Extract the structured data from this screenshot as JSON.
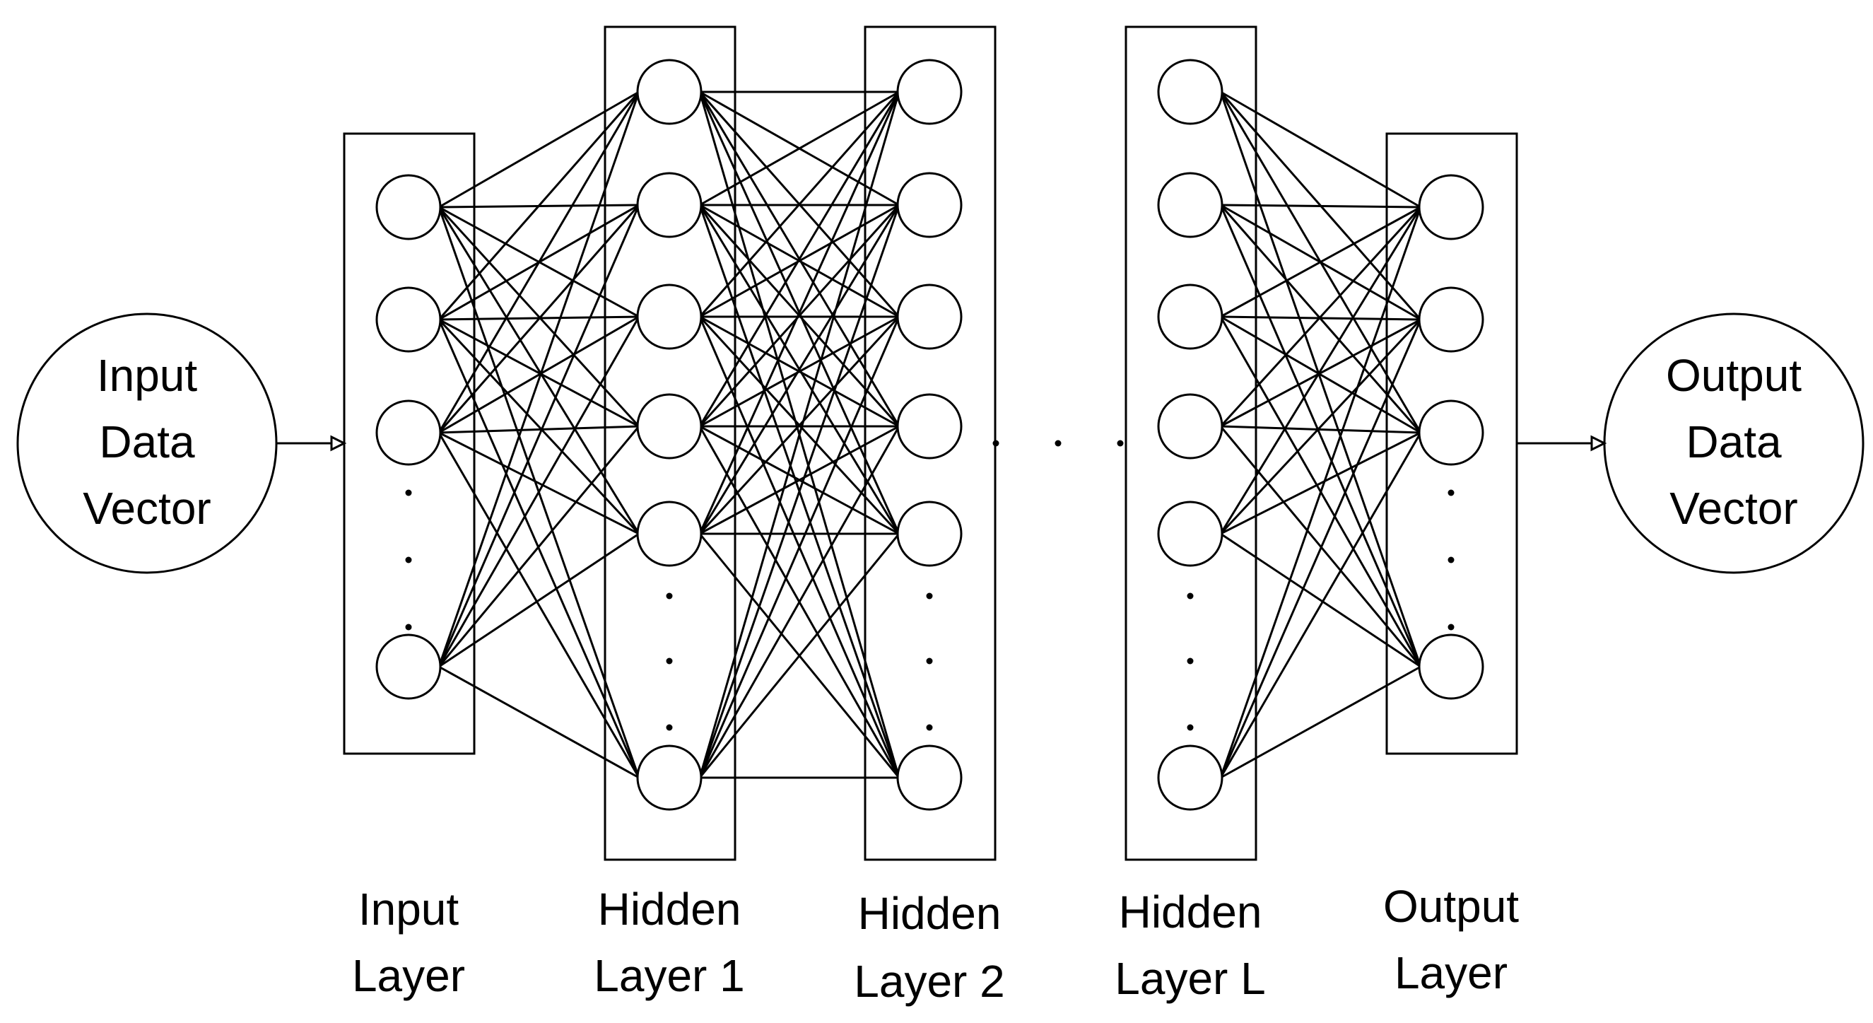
{
  "diagram": {
    "input_vector": {
      "line1": "Input",
      "line2": "Data",
      "line3": "Vector"
    },
    "output_vector": {
      "line1": "Output",
      "line2": "Data",
      "line3": "Vector"
    },
    "layers": [
      {
        "id": "input",
        "label1": "Input",
        "label2": "Layer"
      },
      {
        "id": "hidden1",
        "label1": "Hidden",
        "label2": "Layer 1"
      },
      {
        "id": "hidden2",
        "label1": "Hidden",
        "label2": "Layer 2"
      },
      {
        "id": "hiddenL",
        "label1": "Hidden",
        "label2": "Layer L"
      },
      {
        "id": "output",
        "label1": "Output",
        "label2": "Layer"
      }
    ],
    "colors": {
      "stroke": "#000000",
      "background": "#ffffff"
    }
  }
}
